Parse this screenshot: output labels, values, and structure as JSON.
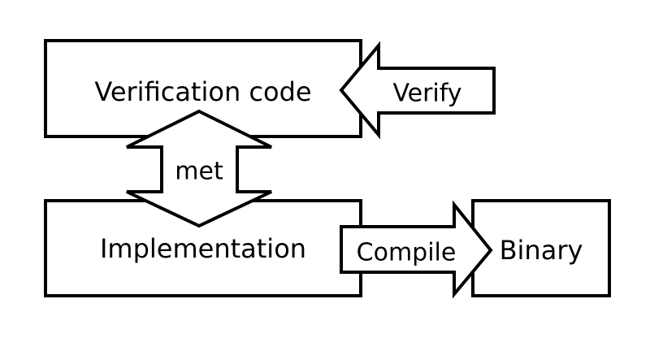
{
  "diagram": {
    "verification_box": {
      "label": "Verification code"
    },
    "verify_arrow": {
      "label": "Verify"
    },
    "met_arrow": {
      "label": "met"
    },
    "implementation_box": {
      "label": "Implementation"
    },
    "compile_arrow": {
      "label": "Compile"
    },
    "binary_box": {
      "label": "Binary"
    }
  },
  "colors": {
    "stroke": "#000000",
    "fill": "#ffffff"
  }
}
